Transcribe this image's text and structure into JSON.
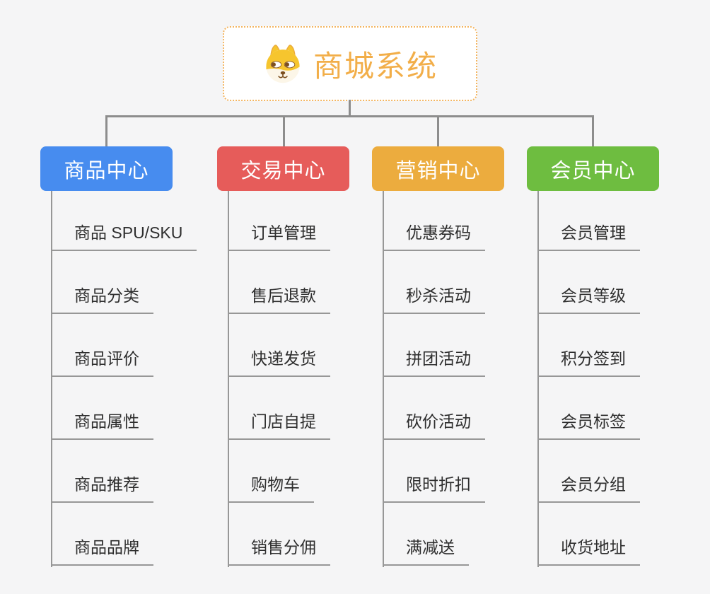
{
  "page": {
    "background": "#f5f5f6"
  },
  "root": {
    "title": "商城系统",
    "icon": "shiba-dog-icon",
    "title_color": "#f2ae49",
    "border_color": "#f3b561"
  },
  "connector_color": "#8d8d8d",
  "branches": [
    {
      "label": "商品中心",
      "color": "#478cef",
      "children": [
        "商品 SPU/SKU",
        "商品分类",
        "商品评价",
        "商品属性",
        "商品推荐",
        "商品品牌"
      ]
    },
    {
      "label": "交易中心",
      "color": "#e65c5a",
      "children": [
        "订单管理",
        "售后退款",
        "快递发货",
        "门店自提",
        "购物车",
        "销售分佣"
      ]
    },
    {
      "label": "营销中心",
      "color": "#ecac3e",
      "children": [
        "优惠券码",
        "秒杀活动",
        "拼团活动",
        "砍价活动",
        "限时折扣",
        "满减送"
      ]
    },
    {
      "label": "会员中心",
      "color": "#6ebd40",
      "children": [
        "会员管理",
        "会员等级",
        "积分签到",
        "会员标签",
        "会员分组",
        "收货地址"
      ]
    }
  ]
}
